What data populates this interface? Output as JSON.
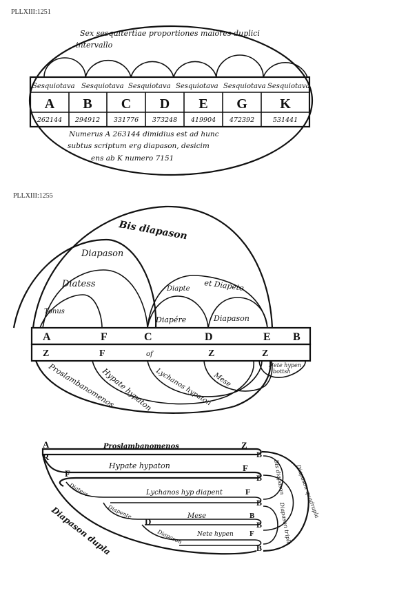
{
  "figure1": {
    "label": "PLLXIII:1251",
    "caption_top_1": "Sex sesquitertiae proportiones maiores duplici",
    "caption_top_2": "intervallo",
    "ratio_labels": [
      "Sesquiotava",
      "Sesquiotava",
      "Sesquiotava",
      "Sesquiotava",
      "Sesquiotava",
      "Sesquiotava"
    ],
    "notes": [
      "A",
      "B",
      "C",
      "D",
      "E",
      "G",
      "K"
    ],
    "numbers": [
      "262144",
      "294912",
      "331776",
      "373248",
      "419904",
      "472392",
      "531441"
    ],
    "caption_bottom_1": "Numerus A 263144 dimidius est ad hunc",
    "caption_bottom_2": "subtus scriptum erg diapason, desicim",
    "caption_bottom_3": "ens ab K numero 7151"
  },
  "figure2": {
    "label": "PLLXIII:1255",
    "arc_labels": {
      "bis_diapason": "Bis diapason",
      "diapason": "Diapason",
      "diatess": "Diatess",
      "tonus": "Tonus",
      "diapente_upper": "Diapte",
      "et_diapente": "et Diapete",
      "diapente": "Diapére",
      "diapason_small": "Diapason"
    },
    "top_row": [
      "A",
      "F",
      "C",
      "D",
      "E",
      "B"
    ],
    "bottom_row": [
      "Z",
      "F",
      "of",
      "Z",
      "Z"
    ],
    "curve_labels": {
      "proslambanomenos": "Proslambanomenos",
      "hypate": "Hypate hypaton",
      "lychanos": "Lychanos hypaton",
      "mese": "Mese",
      "nete_1": "Nete hypen",
      "nete_2": "bottsh"
    }
  },
  "figure3": {
    "rows": [
      {
        "left": "A",
        "text": "Proslambanomenos",
        "right": "Z"
      },
      {
        "left": "F",
        "text": "Hypate hypaton",
        "right": "F"
      },
      {
        "left": "",
        "text": "Lychanos hyp diapent",
        "right": "F"
      },
      {
        "left": "D",
        "text": "Mese",
        "right": "B"
      },
      {
        "left": "",
        "text": "Nete hypen",
        "right": "F"
      }
    ],
    "left_letters": [
      "A",
      "R",
      "F",
      "D"
    ],
    "diapason_dupla": "Diapason dupla",
    "diapente_label": "Diapente",
    "diatess_label": "Diatess",
    "diapason_label": "Diapason",
    "right_labels": [
      "Diapason quadrupla",
      "Bis diapason",
      "Diapason tripla"
    ],
    "b_marks": [
      "B",
      "B",
      "B",
      "B",
      "B"
    ]
  }
}
